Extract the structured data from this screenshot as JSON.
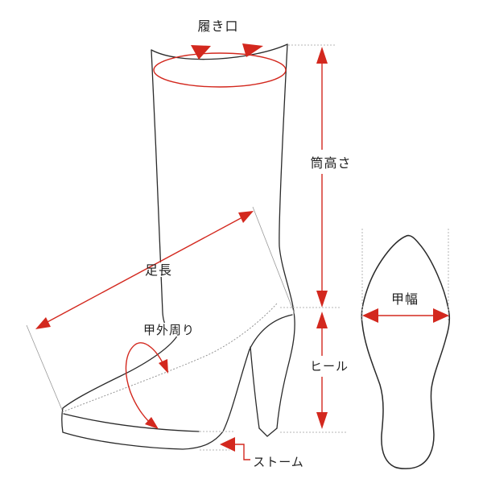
{
  "diagram": {
    "description": "boot-measurement-diagram",
    "labels": {
      "opening": "履き口",
      "shaft_height": "筒高さ",
      "foot_length": "足長",
      "instep_circumference": "甲外周り",
      "heel": "ヒール",
      "storm": "ストーム",
      "instep_width": "甲幅"
    },
    "colors": {
      "dimension_red": "#d3281e",
      "outline_black": "#2a2a2a",
      "reference_gray": "#999999",
      "dotted_gray": "#b5b5b5",
      "background": "#ffffff"
    },
    "figures": {
      "main": "boot-side-view",
      "secondary": "sole-top-view"
    }
  }
}
